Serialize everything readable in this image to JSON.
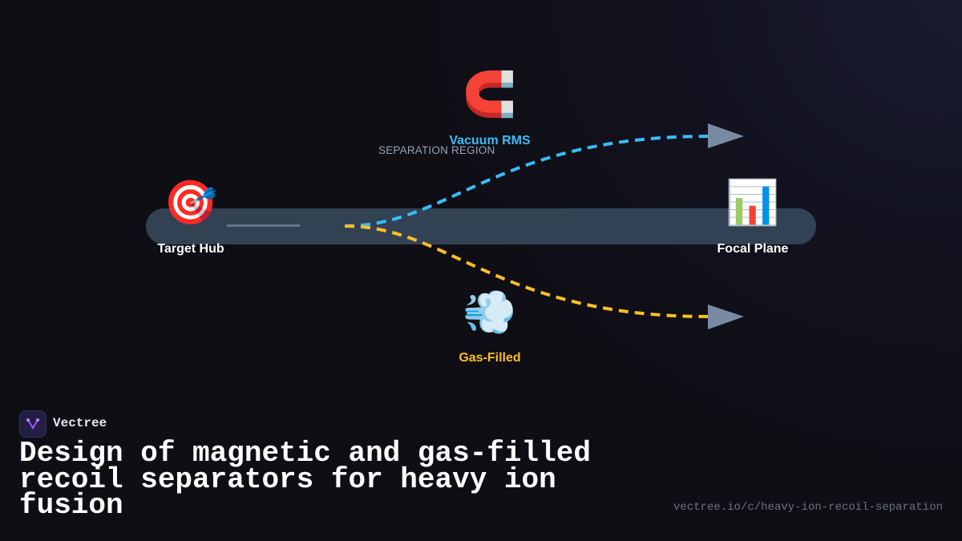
{
  "diagram": {
    "nodes": {
      "target": {
        "label": "Target Hub",
        "icon": "direct-hit-target-icon",
        "emoji": "🎯",
        "color": "#ffffff"
      },
      "vacuum": {
        "label": "Vacuum RMS",
        "icon": "magnet-icon",
        "emoji": "🧲",
        "color": "#38bdf8"
      },
      "gas": {
        "label": "Gas-Filled",
        "icon": "dash-wind-icon",
        "emoji": "💨",
        "color": "#fbbf24"
      },
      "focal": {
        "label": "Focal Plane",
        "icon": "bar-chart-icon",
        "emoji": "📊",
        "color": "#ffffff"
      }
    },
    "region_label": "SEPARATION REGION",
    "paths": [
      {
        "from": "target",
        "via": "vacuum",
        "to": "focal",
        "color": "#38bdf8",
        "style": "dashed"
      },
      {
        "from": "target",
        "via": "gas",
        "to": "focal",
        "color": "#fbbf24",
        "style": "dashed"
      }
    ],
    "track_color": "#334155",
    "arrow_color": "#7b8aa3"
  },
  "footer": {
    "brand": "Vectree",
    "title": "Design of magnetic and gas-filled recoil separators for heavy ion fusion",
    "url": "vectree.io/c/heavy-ion-recoil-separation"
  }
}
